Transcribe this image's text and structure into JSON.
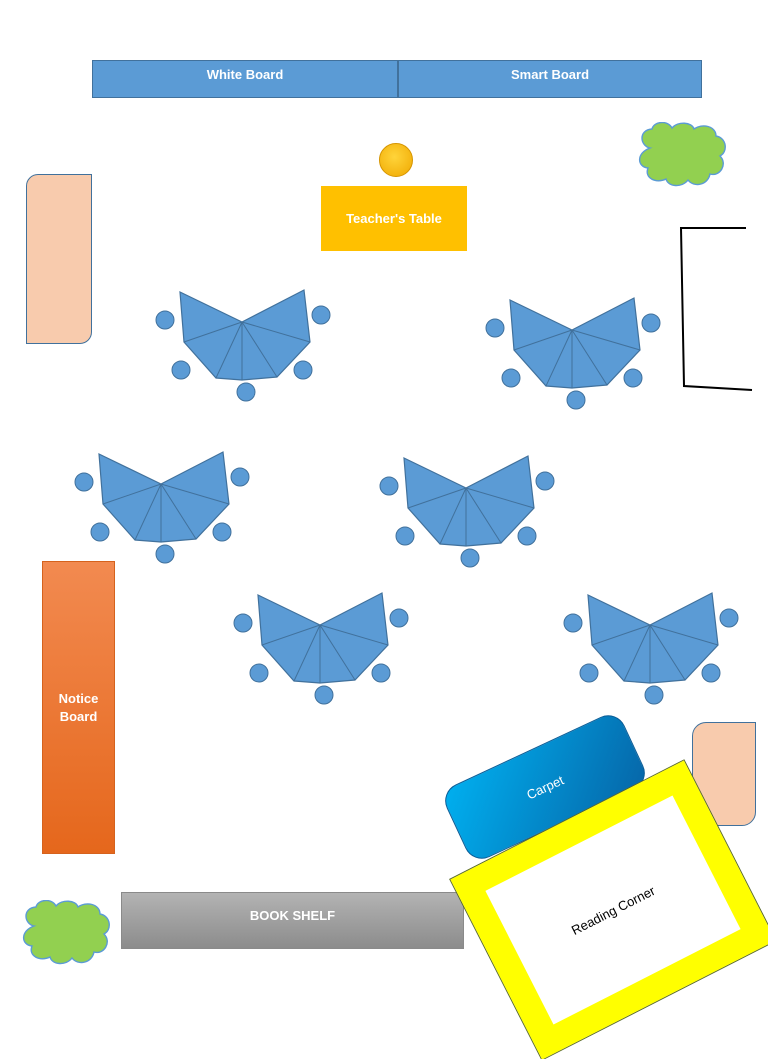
{
  "labels": {
    "white_board": "White Board",
    "smart_board": "Smart Board",
    "teacher_table": "Teacher's Table",
    "notice_board_line1": "Notice",
    "notice_board_line2": "Board",
    "carpet": "Carpet",
    "book_shelf": "BOOK SHELF",
    "reading_corner": "Reading Corner"
  },
  "colors": {
    "board": "#5b9bd5",
    "table": "#5b9bd5",
    "chair": "#5b9bd5",
    "teacher_table": "#ffc000",
    "teacher_chair": "#ffc000",
    "notice_board": "#ed7d31",
    "cabinet": "#f8cbad",
    "plant": "#92d050",
    "carpet": "#0a7fc4",
    "book_shelf": "#a6a6a6",
    "reading_corner_frame": "#ffff00"
  },
  "table_groups": 6,
  "chairs_per_group": 5
}
